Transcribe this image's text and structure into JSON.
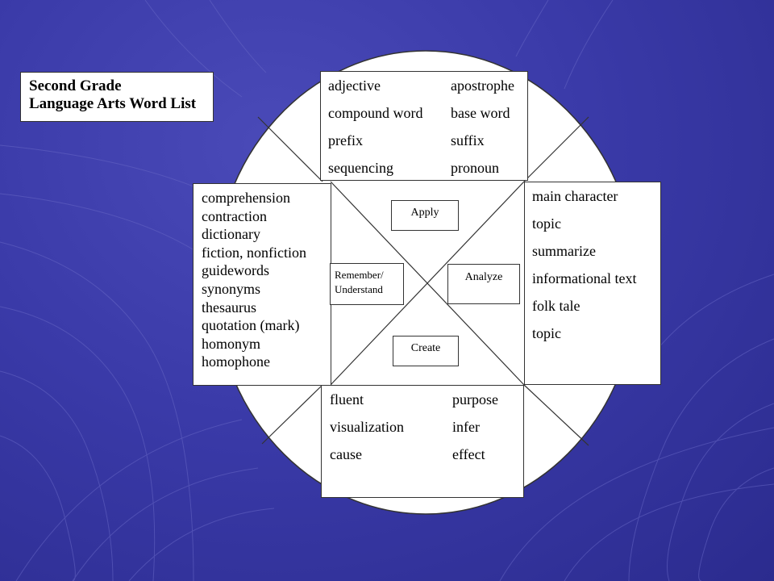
{
  "title": {
    "line1": "Second Grade",
    "line2": "Language Arts Word List"
  },
  "top_box": {
    "rows": [
      [
        "adjective",
        "apostrophe"
      ],
      [
        "compound word",
        "base word"
      ],
      [
        "prefix",
        "suffix"
      ],
      [
        "sequencing",
        "pronoun"
      ]
    ]
  },
  "left_box": {
    "items": [
      "comprehension",
      "contraction",
      "dictionary",
      "fiction, nonfiction",
      "guidewords",
      "synonyms",
      "thesaurus",
      "quotation (mark)",
      "homonym",
      "homophone"
    ]
  },
  "right_box": {
    "items": [
      "main character",
      "topic",
      "summarize",
      "informational text",
      "folk tale",
      "topic"
    ]
  },
  "bottom_box": {
    "rows": [
      [
        "fluent",
        "purpose"
      ],
      [
        "visualization",
        "infer"
      ],
      [
        "cause",
        "effect"
      ]
    ]
  },
  "labels": {
    "apply": "Apply",
    "remember_understand": [
      "Remember/",
      "Understand"
    ],
    "analyze": "Analyze",
    "create": "Create"
  },
  "colors": {
    "background": "#3a3aa8",
    "box_fill": "#ffffff",
    "line": "#333333"
  }
}
